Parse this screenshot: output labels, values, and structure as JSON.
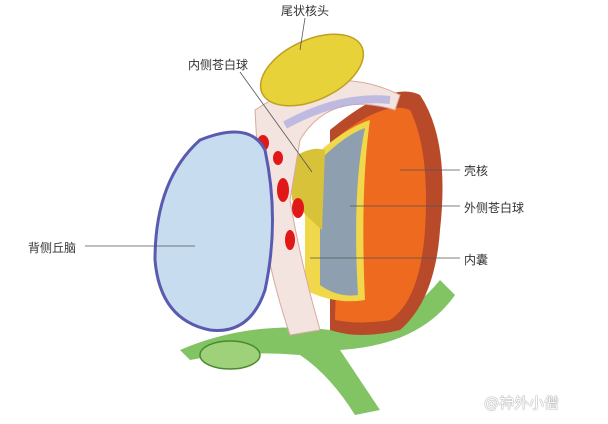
{
  "labels": {
    "caudate_head": "尾状核头",
    "medial_globus_pallidus": "内侧苍白球",
    "putamen": "壳核",
    "lateral_globus_pallidus": "外侧苍白球",
    "dorsal_thalamus": "背侧丘脑",
    "internal_capsule": "内囊"
  },
  "watermark": "@神外小僧",
  "colors": {
    "caudate": "#e8d23a",
    "putamen": "#e8641e",
    "lateral_gp": "#8ea0b0",
    "medial_gp": "#d8c23a",
    "thalamus": "#c8dcef",
    "internal_capsule": "#f4e4e0",
    "tract": "#6cb848"
  }
}
